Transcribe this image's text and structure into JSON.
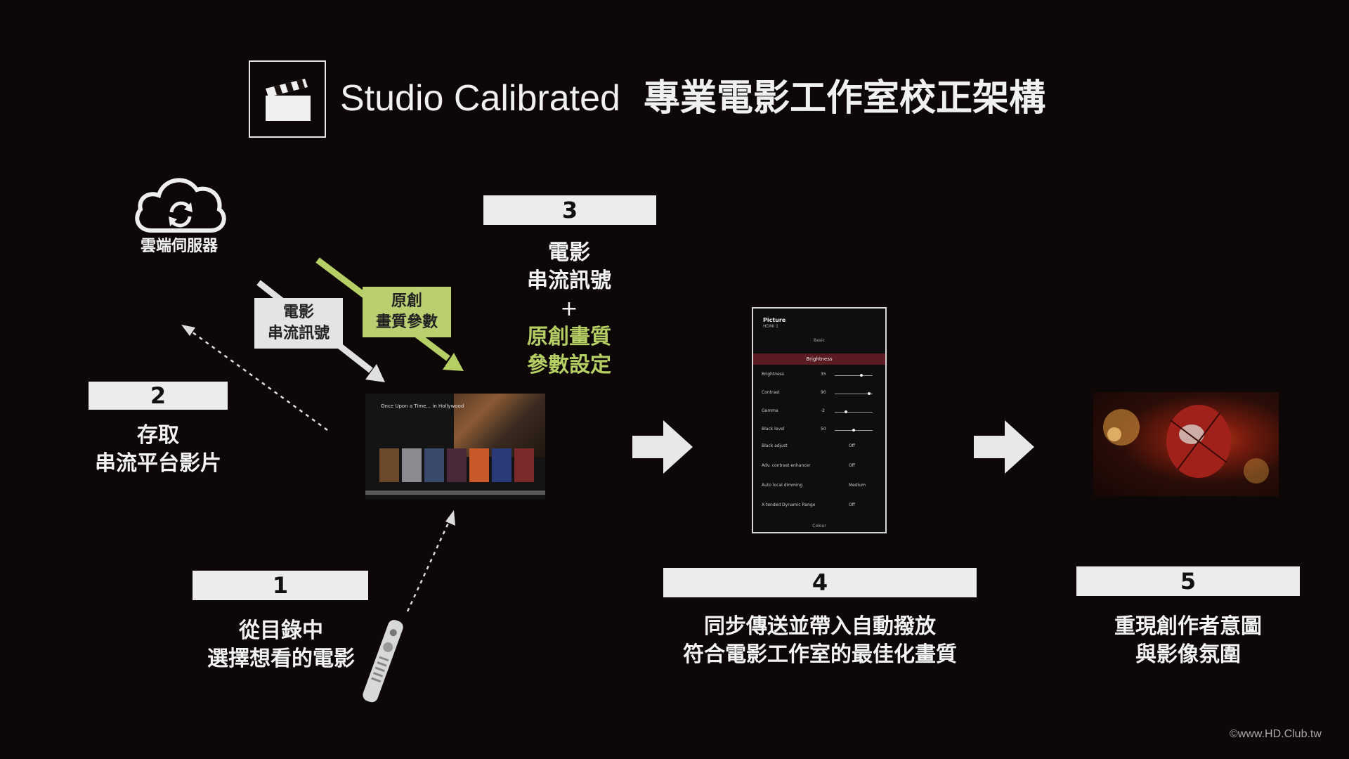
{
  "title": {
    "brand": "Studio Calibrated",
    "subtitle": "專業電影工作室校正架構"
  },
  "cloud": {
    "label": "雲端伺服器"
  },
  "tags": {
    "stream_line1": "電影",
    "stream_line2": "串流訊號",
    "params_line1": "原創",
    "params_line2": "畫質參數"
  },
  "steps": [
    {
      "number": "1",
      "line1": "從目錄中",
      "line2": "選擇想看的電影"
    },
    {
      "number": "2",
      "line1": "存取",
      "line2": "串流平台影片"
    },
    {
      "number": "3",
      "line1": "電影",
      "line2": "串流訊號",
      "plus": "+",
      "line3": "原創畫質",
      "line4": "參數設定"
    },
    {
      "number": "4",
      "line1": "同步傳送並帶入自動撥放",
      "line2": "符合電影工作室的最佳化畫質"
    },
    {
      "number": "5",
      "line1": "重現創作者意圖",
      "line2": "與影像氛圍"
    }
  ],
  "tv_screen": {
    "title": "Once Upon a Time... in Hollywood"
  },
  "picture_menu": {
    "title": "Picture",
    "source": "HDMI 1",
    "basic": "Basic",
    "section": "Brightness",
    "rows": [
      {
        "label": "Brightness",
        "value": "35",
        "level": 0.7
      },
      {
        "label": "Contrast",
        "value": "90",
        "level": 0.9
      },
      {
        "label": "Gamma",
        "value": "-2",
        "level": 0.3
      },
      {
        "label": "Black level",
        "value": "50",
        "level": 0.5
      }
    ],
    "options": [
      {
        "label": "Black adjust",
        "value": "Off"
      },
      {
        "label": "Adv. contrast enhancer",
        "value": "Off"
      },
      {
        "label": "Auto local dimming",
        "value": "Medium"
      },
      {
        "label": "X-tended Dynamic Range",
        "value": "Off"
      }
    ],
    "colour": "Colour"
  },
  "watermark": "©www.HD.Club.tw",
  "colors": {
    "background": "#0d0707",
    "accent_green": "#b6cf64",
    "bar": "#ececec",
    "arrow": "#e8e8e8"
  }
}
